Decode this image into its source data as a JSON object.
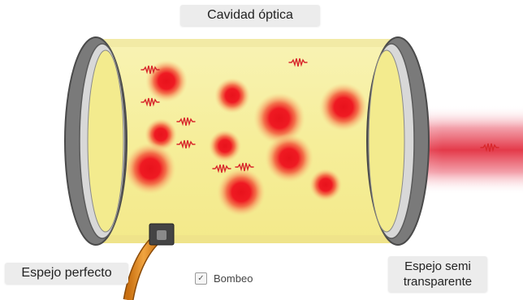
{
  "labels": {
    "cavity": "Cavidad óptica",
    "left_mirror": "Espejo perfecto",
    "right_mirror_line1": "Espejo semi",
    "right_mirror_line2": "transparente"
  },
  "pump": {
    "label": "Bombeo",
    "checked": true,
    "check_glyph": "✓"
  },
  "colors": {
    "medium": "#f7f0a0",
    "glow": "#e8121c",
    "mirror_frame": "#6d6d6d",
    "mirror_face": "#f3eb8e",
    "beam": "#e43a4a",
    "hose": "#e28a1c"
  }
}
